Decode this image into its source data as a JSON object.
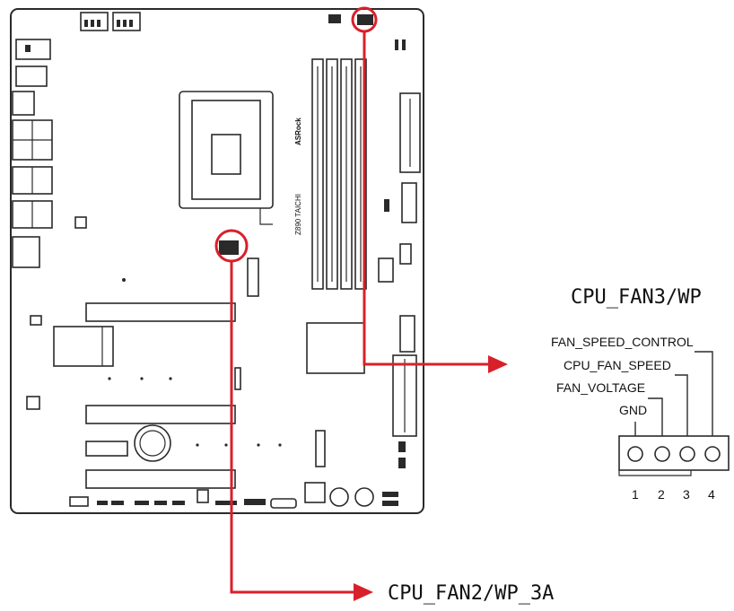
{
  "board": {
    "model_text": "Z890 TAICHI",
    "brand_text": "ASRock"
  },
  "callouts": {
    "fan3_title": "CPU_FAN3/WP",
    "fan2_title": "CPU_FAN2/WP_3A"
  },
  "pinout": {
    "labels": [
      "FAN_SPEED_CONTROL",
      "CPU_FAN_SPEED",
      "FAN_VOLTAGE",
      "GND"
    ],
    "numbers": [
      "1",
      "2",
      "3",
      "4"
    ]
  },
  "colors": {
    "accent": "#d8202a",
    "line": "#2a2a2a"
  }
}
